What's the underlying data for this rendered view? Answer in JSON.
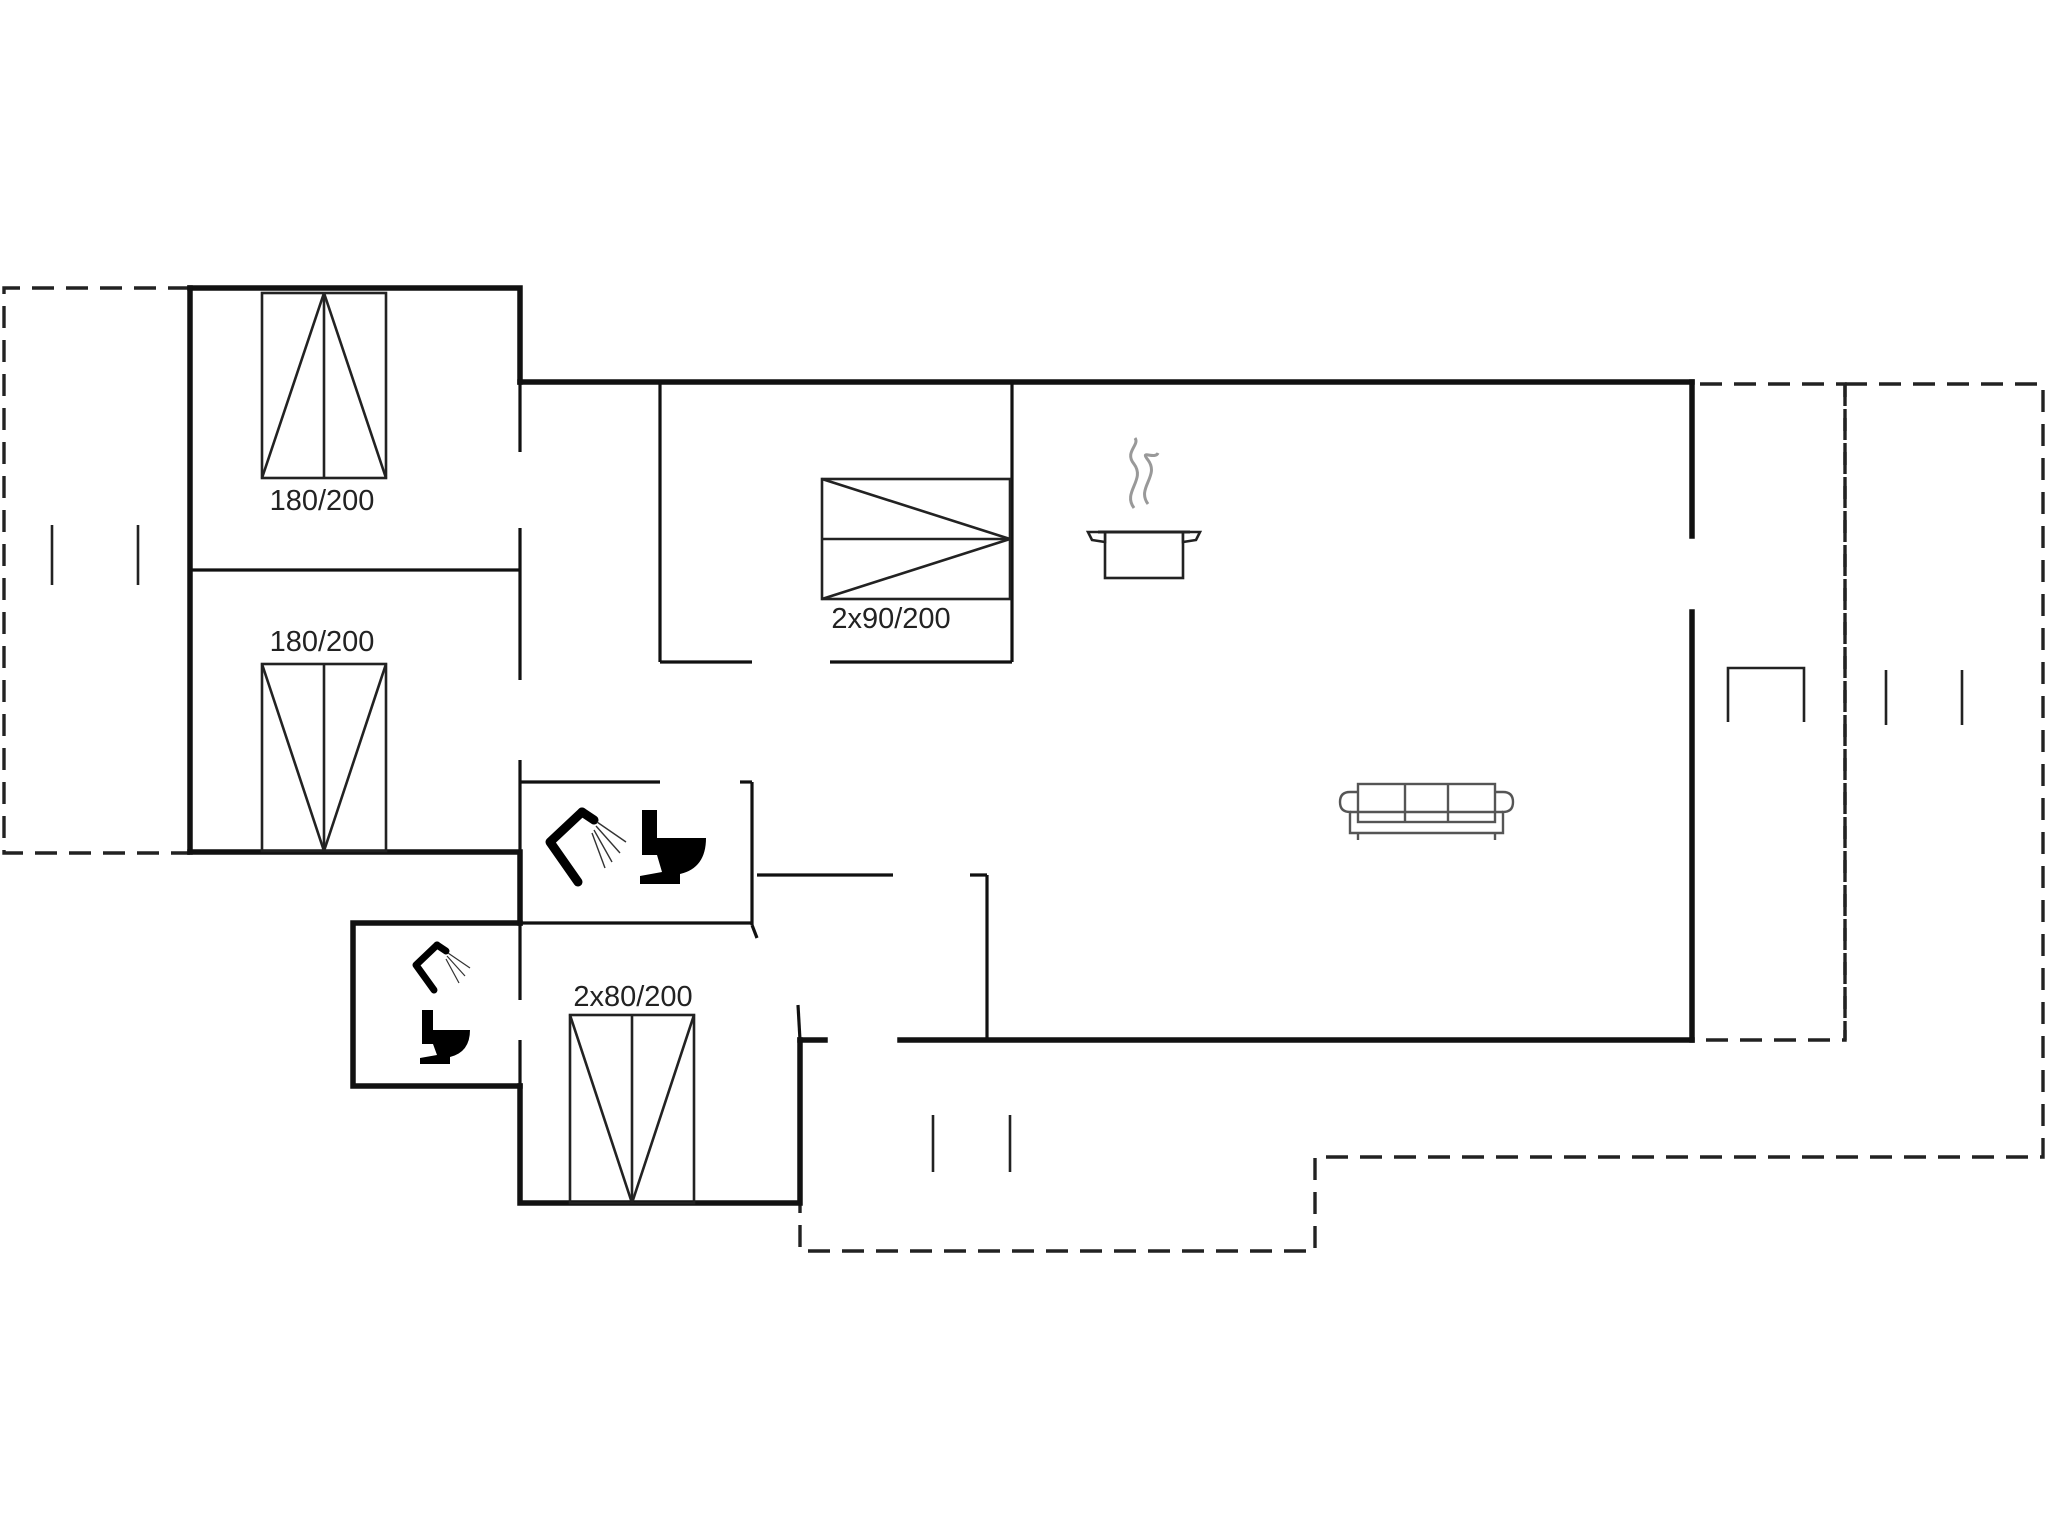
{
  "plan": {
    "bed_labels": {
      "bedroom_top": "180/200",
      "bedroom_middle": "180/200",
      "bedroom_center": "2x90/200",
      "bedroom_bottom": "2x80/200"
    },
    "icons": [
      "bed-icon",
      "shower-icon",
      "toilet-icon",
      "kitchen-pot-icon",
      "sofa-icon"
    ]
  }
}
